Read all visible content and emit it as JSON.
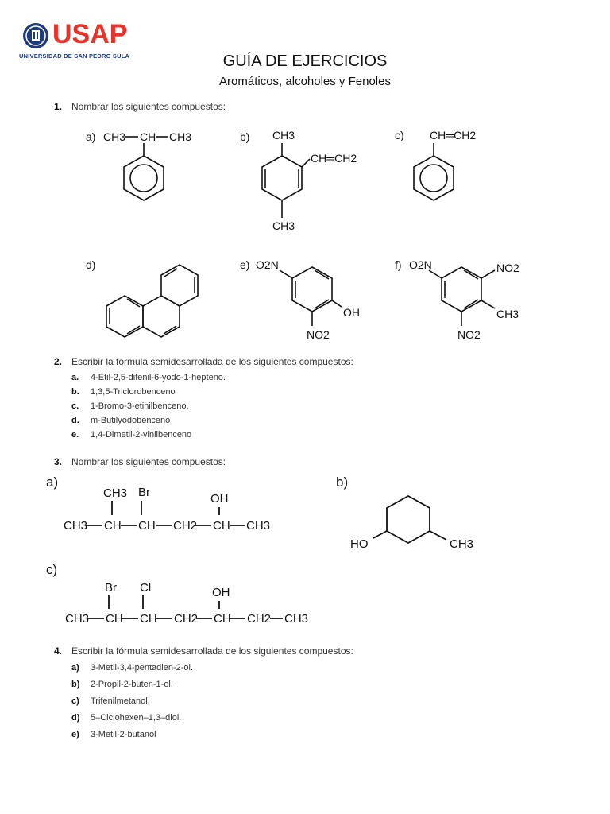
{
  "header": {
    "logo_text": "USAP",
    "logo_subtext": "UNIVERSIDAD DE SAN PEDRO SULA",
    "brand_color": "#e8332a",
    "brand_secondary": "#1f3b7a"
  },
  "doc": {
    "title": "GUÍA DE EJERCICIOS",
    "subtitle": "Aromáticos, alcoholes y Fenoles"
  },
  "q1": {
    "num": "1.",
    "prompt": "Nombrar los siguientes compuestos:",
    "labels": [
      "a)",
      "b)",
      "c)",
      "d)",
      "e)",
      "f)"
    ],
    "a": {
      "ch3l": "CH3",
      "ch": "CH",
      "ch3r": "CH3"
    },
    "b": {
      "ch3top": "CH3",
      "vinyl": "CH═CH2",
      "ch3bot": "CH3"
    },
    "c": {
      "vinyl": "CH═CH2"
    },
    "e": {
      "no2a": "O2N",
      "oh": "OH",
      "no2b": "NO2"
    },
    "f": {
      "no2a": "O2N",
      "no2b": "NO2",
      "ch3": "CH3",
      "no2c": "NO2"
    }
  },
  "q2": {
    "num": "2.",
    "prompt": "Escribir la fórmula semidesarrollada de los siguientes compuestos:",
    "items": [
      {
        "label": "a.",
        "text": "4-Etil-2,5-difenil-6-yodo-1-hepteno."
      },
      {
        "label": "b.",
        "text": "1,3,5-Triclorobenceno"
      },
      {
        "label": "c.",
        "text": "1-Bromo-3-etinilbenceno."
      },
      {
        "label": "d.",
        "text": "m-Butilyodobenceno"
      },
      {
        "label": "e.",
        "text": "1,4-Dimetil-2-vinilbenceno"
      }
    ]
  },
  "q3": {
    "num": "3.",
    "prompt": "Nombrar los siguientes compuestos:",
    "labels": [
      "a)",
      "b)",
      "c)"
    ],
    "a": {
      "ch3": "CH3",
      "br": "Br",
      "oh": "OH",
      "chain": [
        "CH3",
        "CH",
        "CH",
        "CH2",
        "CH",
        "CH3"
      ]
    },
    "b": {
      "ho": "HO",
      "ch3": "CH3"
    },
    "c": {
      "br": "Br",
      "cl": "Cl",
      "oh": "OH",
      "chain": [
        "CH3",
        "CH",
        "CH",
        "CH2",
        "CH",
        "CH2",
        "CH3"
      ]
    }
  },
  "q4": {
    "num": "4.",
    "prompt": "Escribir la fórmula semidesarrollada de los siguientes compuestos:",
    "items": [
      {
        "label": "a)",
        "text": "3-Metil-3,4-pentadien-2-ol."
      },
      {
        "label": "b)",
        "text": "2-Propil-2-buten-1-ol."
      },
      {
        "label": "c)",
        "text": "Trifenilmetanol."
      },
      {
        "label": "d)",
        "text": "5–Ciclohexen–1,3–diol."
      },
      {
        "label": "e)",
        "text": "3-Metil-2-butanol"
      }
    ]
  }
}
